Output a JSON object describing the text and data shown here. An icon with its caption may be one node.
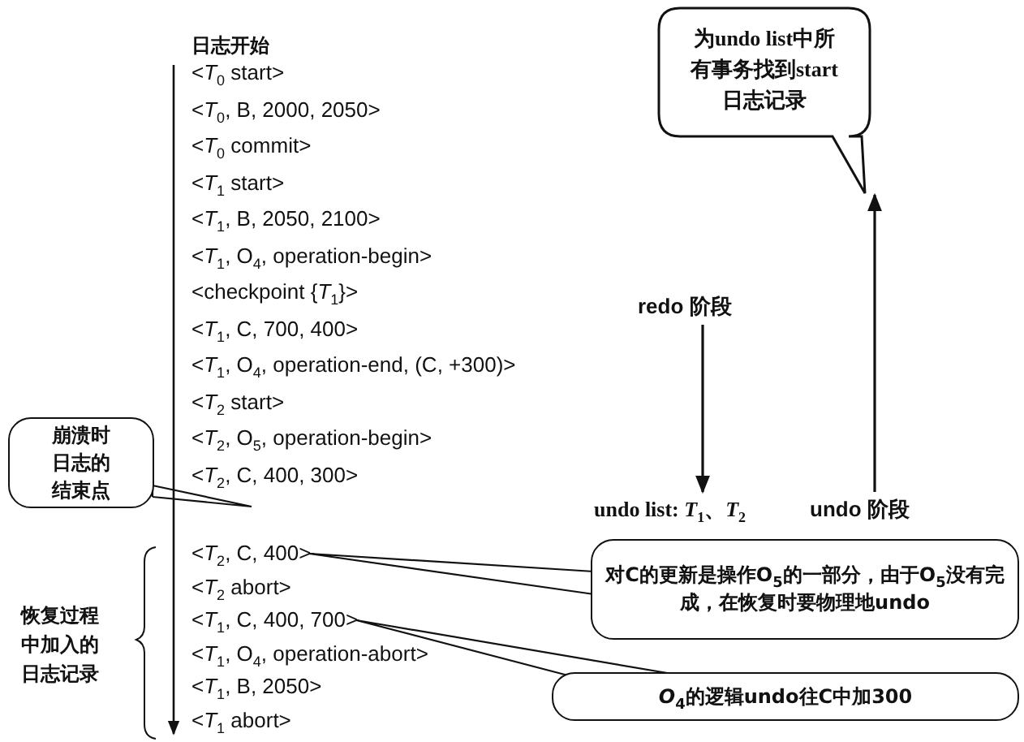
{
  "diagram": {
    "nodes": [
      {
        "text": [
          "为undo list中所有事务找到start日志记录"
        ]
      },
      {
        "text": [
          "redo 阶段"
        ]
      },
      {
        "text": [
          "undo list: *T*$_{1}$、*T*$_{2}$"
        ]
      },
      {
        "text": [
          "undo 阶段"
        ]
      },
      {
        "text": [
          "崩溃时日志的结束点"
        ]
      },
      {
        "text": [
          "<*T*$_{2}$, C, 400>"
        ]
      },
      {
        "text": [
          "<*T*$_{1}$, C, 400, 700>"
        ]
      },
      {
        "text": [
          "对C的更新是操作O$_{5}$的一部分，由于O$_{5}$没有完成，在恢复时要物理地undo"
        ]
      },
      {
        "text": [
          "*O*$_{4}$的逻辑undo往C中加300"
        ]
      }
    ],
    "edges": [
      {
        "from": 1,
        "to": 2,
        "arrow": "to"
      },
      {
        "from": 3,
        "to": 0,
        "arrow": "to"
      },
      {
        "from": 4,
        "to": null,
        "arrow": "none"
      },
      {
        "from": 7,
        "to": 5,
        "arrow": "none"
      },
      {
        "from": 8,
        "to": 6,
        "arrow": "none"
      }
    ],
    "labels": [
      "日志开始",
      "<*T*$_{0}$ start>",
      "<*T*$_{0}$, B, 2000, 2050>",
      "<*T*$_{0}$ commit>",
      "<*T*$_{1}$ start>",
      "<*T*$_{1}$, B, 2050, 2100>",
      "<*T*$_{1}$, O$_{4}$, operation-begin>",
      "<checkpoint {*T*$_{1}$}>",
      "<*T*$_{1}$, C, 700, 400>",
      "<*T*$_{1}$, O$_{4}$, operation-end, (C, +300)>",
      "<*T*$_{2}$ start>",
      "<*T*$_{2}$, O$_{5}$, operation-begin>",
      "<*T*$_{2}$, C, 400, 300>",
      "<*T*$_{2}$ abort>",
      "<*T*$_{1}$, O$_{4}$, operation-abort>",
      "<*T*$_{1}$, B, 2050>",
      "<*T*$_{1}$ abort>",
      "恢复过程中加入的日志记录"
    ]
  }
}
